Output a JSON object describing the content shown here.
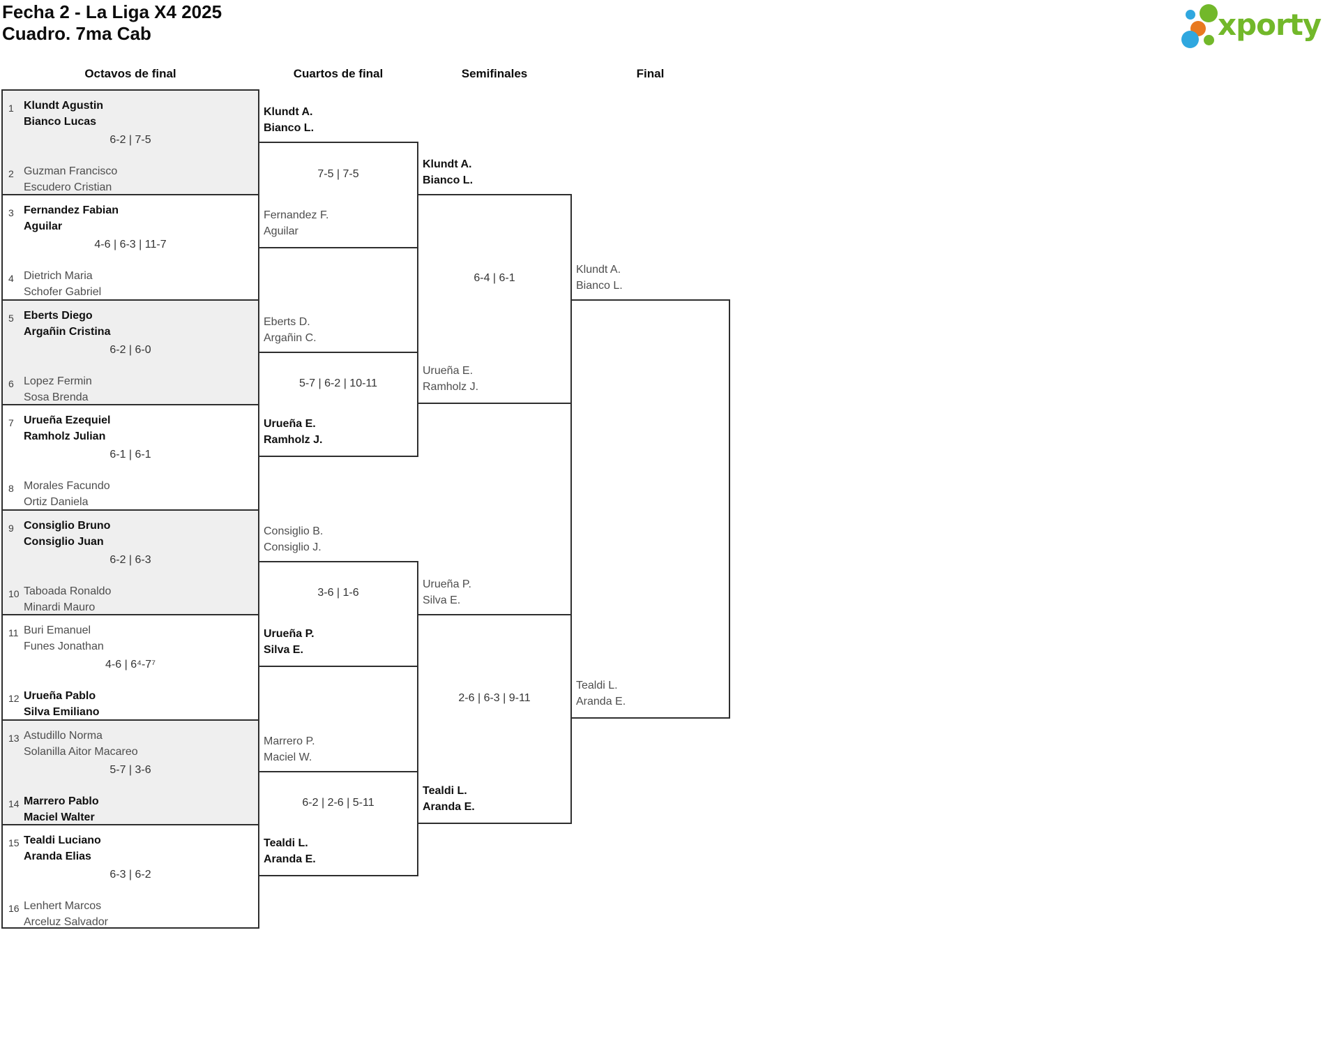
{
  "title": {
    "line1": "Fecha 2 - La Liga X4 2025",
    "line2": "Cuadro. 7ma Cab"
  },
  "logo": {
    "brand": "xporty"
  },
  "colors": {
    "brand_green": "#72b82a",
    "dot_blue": "#2fa7df",
    "dot_orange": "#e8791f",
    "winner_text": "#101010",
    "loser_text": "#4d4d4d",
    "shade_bg": "#efefef",
    "line": "#2e2e2e"
  },
  "round_headers": [
    "Octavos de final",
    "Cuartos de final",
    "Semifinales",
    "Final"
  ],
  "octavos": {
    "matches": [
      {
        "seed1": "1",
        "team1": [
          "Klundt Agustin",
          "Bianco Lucas"
        ],
        "score": "6-2 | 7-5",
        "seed2": "2",
        "team2": [
          "Guzman Francisco",
          "Escudero Cristian"
        ],
        "winner": "team1"
      },
      {
        "seed1": "3",
        "team1": [
          "Fernandez Fabian",
          "Aguilar"
        ],
        "score": "4-6 | 6-3 | 11-7",
        "seed2": "4",
        "team2": [
          "Dietrich Maria",
          "Schofer Gabriel"
        ],
        "winner": "team1"
      },
      {
        "seed1": "5",
        "team1": [
          "Eberts Diego",
          "Argañin Cristina"
        ],
        "score": "6-2 | 6-0",
        "seed2": "6",
        "team2": [
          "Lopez Fermin",
          "Sosa Brenda"
        ],
        "winner": "team1"
      },
      {
        "seed1": "7",
        "team1": [
          "Urueña Ezequiel",
          "Ramholz Julian"
        ],
        "score": "6-1 | 6-1",
        "seed2": "8",
        "team2": [
          "Morales Facundo",
          "Ortiz Daniela"
        ],
        "winner": "team1"
      },
      {
        "seed1": "9",
        "team1": [
          "Consiglio Bruno",
          "Consiglio Juan"
        ],
        "score": "6-2 | 6-3",
        "seed2": "10",
        "team2": [
          "Taboada Ronaldo",
          "Minardi Mauro"
        ],
        "winner": "team1"
      },
      {
        "seed1": "11",
        "team1": [
          "Buri Emanuel",
          "Funes Jonathan"
        ],
        "score": "4-6 | 6⁴-7⁷",
        "seed2": "12",
        "team2": [
          "Urueña Pablo",
          "Silva Emiliano"
        ],
        "winner": "team2"
      },
      {
        "seed1": "13",
        "team1": [
          "Astudillo Norma",
          "Solanilla Aitor Macareo"
        ],
        "score": "5-7 | 3-6",
        "seed2": "14",
        "team2": [
          "Marrero Pablo",
          "Maciel Walter"
        ],
        "winner": "team2"
      },
      {
        "seed1": "15",
        "team1": [
          "Tealdi Luciano",
          "Aranda Elias"
        ],
        "score": "6-3 | 6-2",
        "seed2": "16",
        "team2": [
          "Lenhert Marcos",
          "Arceluz Salvador"
        ],
        "winner": "team1"
      }
    ]
  },
  "cuartos": {
    "matches": [
      {
        "team1": [
          "Klundt A.",
          "Bianco L."
        ],
        "score": "7-5 | 7-5",
        "team2": [
          "Fernandez F.",
          "Aguilar"
        ],
        "winner": "team1"
      },
      {
        "team1": [
          "Eberts D.",
          "Argañin C."
        ],
        "score": "5-7 | 6-2 | 10-11",
        "team2": [
          "Urueña E.",
          "Ramholz J."
        ],
        "winner": "team2"
      },
      {
        "team1": [
          "Consiglio B.",
          "Consiglio J."
        ],
        "score": "3-6 | 1-6",
        "team2": [
          "Urueña P.",
          "Silva E."
        ],
        "winner": "team2"
      },
      {
        "team1": [
          "Marrero P.",
          "Maciel W."
        ],
        "score": "6-2 | 2-6 | 5-11",
        "team2": [
          "Tealdi L.",
          "Aranda E."
        ],
        "winner": "team2"
      }
    ]
  },
  "semifinales": {
    "matches": [
      {
        "team1": [
          "Klundt A.",
          "Bianco L."
        ],
        "score": "6-4 | 6-1",
        "team2": [
          "Urueña E.",
          "Ramholz J."
        ],
        "winner": "team1"
      },
      {
        "team1": [
          "Urueña P.",
          "Silva E."
        ],
        "score": "2-6 | 6-3 | 9-11",
        "team2": [
          "Tealdi L.",
          "Aranda E."
        ],
        "winner": "team2"
      }
    ]
  },
  "final": {
    "team1": [
      "Klundt A.",
      "Bianco L."
    ],
    "team2": [
      "Tealdi L.",
      "Aranda E."
    ],
    "score": ""
  }
}
